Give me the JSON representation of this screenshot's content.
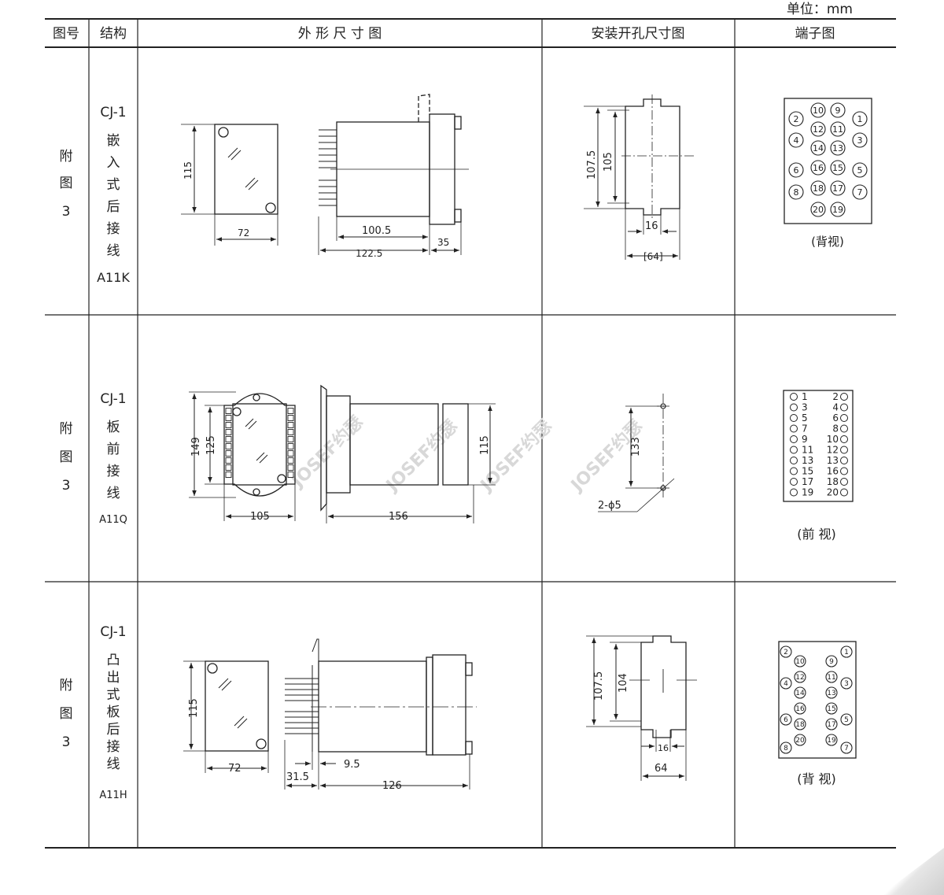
{
  "unit_label": "单位：mm",
  "headers": [
    "图号",
    "结构",
    "外 形 尺 寸 图",
    "安装开孔尺寸图",
    "端子图"
  ],
  "rows": [
    {
      "figure": [
        "附",
        "图",
        "3"
      ],
      "model": "CJ-1",
      "structure_chars": [
        "嵌",
        "入",
        "式",
        "后",
        "接",
        "线"
      ],
      "code": "A11K",
      "outline_dims": {
        "height": "115",
        "width": "72",
        "depth": "100.5",
        "overall": "122.5",
        "flange": "35"
      },
      "cutout_dims": {
        "outer_h": "107.5",
        "inner_h": "105",
        "gap": "16",
        "width": "[64]"
      },
      "terminal_view": "(背视)",
      "terminals": [
        "10",
        "9",
        "2",
        "1",
        "12",
        "11",
        "4",
        "14",
        "13",
        "3",
        "6",
        "16",
        "15",
        "5",
        "8",
        "18",
        "17",
        "7",
        "20",
        "19"
      ]
    },
    {
      "figure": [
        "附",
        "图",
        "3"
      ],
      "model": "CJ-1",
      "structure_chars": [
        "板",
        "前",
        "接",
        "线"
      ],
      "code": "A11Q",
      "outline_dims": {
        "height": "149",
        "inner_h": "125",
        "width": "105",
        "depth": "156",
        "side_h": "115"
      },
      "cutout_dims": {
        "spacing": "133",
        "holes": "2-ϕ5"
      },
      "terminal_view": "(前 视)",
      "terminals_left": [
        "1",
        "3",
        "5",
        "7",
        "9",
        "11",
        "13",
        "15",
        "17",
        "19"
      ],
      "terminals_right": [
        "2",
        "4",
        "6",
        "8",
        "10",
        "12",
        "13",
        "16",
        "18",
        "20"
      ]
    },
    {
      "figure": [
        "附",
        "图",
        "3"
      ],
      "model": "CJ-1",
      "structure_chars": [
        "凸",
        "出",
        "式",
        "板",
        "后",
        "接",
        "线"
      ],
      "code": "A11H",
      "outline_dims": {
        "height": "115",
        "width": "72",
        "panel": "9.5",
        "rear": "31.5",
        "depth": "126"
      },
      "cutout_dims": {
        "outer_h": "107.5",
        "inner_h": "104",
        "gap": "16",
        "width": "64"
      },
      "terminal_view": "(背 视)",
      "terminals": [
        "2",
        "1",
        "10",
        "9",
        "4",
        "12",
        "11",
        "3",
        "14",
        "13",
        "6",
        "16",
        "15",
        "5",
        "18",
        "17",
        "8",
        "20",
        "19",
        "7"
      ]
    }
  ],
  "watermark": "JOSEF约瑟"
}
